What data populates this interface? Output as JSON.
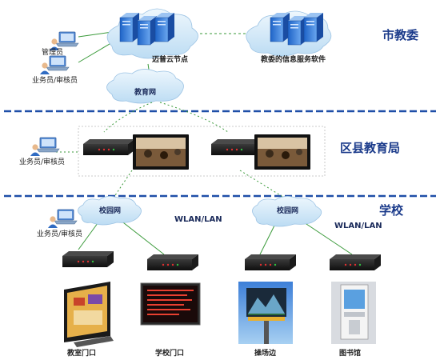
{
  "regions": {
    "city": "市教委",
    "district": "区县教育局",
    "school": "学校"
  },
  "labels": {
    "admin": "管理员",
    "auditor_top": "业务员/审核员",
    "cloud_node": "迈普云节点",
    "info_server": "教委的信息服务软件",
    "edu_net": "教育网",
    "auditor_mid": "业务员/审核员",
    "auditor_low": "业务员/审核员",
    "campus_net_left": "校园网",
    "campus_net_right": "校园网",
    "wlan_left": "WLAN/LAN",
    "wlan_right": "WLAN/LAN",
    "dev_classroom": "教室门口",
    "dev_school_gate": "学校门口",
    "dev_playground": "操场边",
    "dev_library": "图书馆"
  },
  "colors": {
    "divider": "#1f4fa8",
    "region_text": "#1a3a8a",
    "cloud_fill": "#cfe6f7",
    "link": "#3a9a3a"
  }
}
